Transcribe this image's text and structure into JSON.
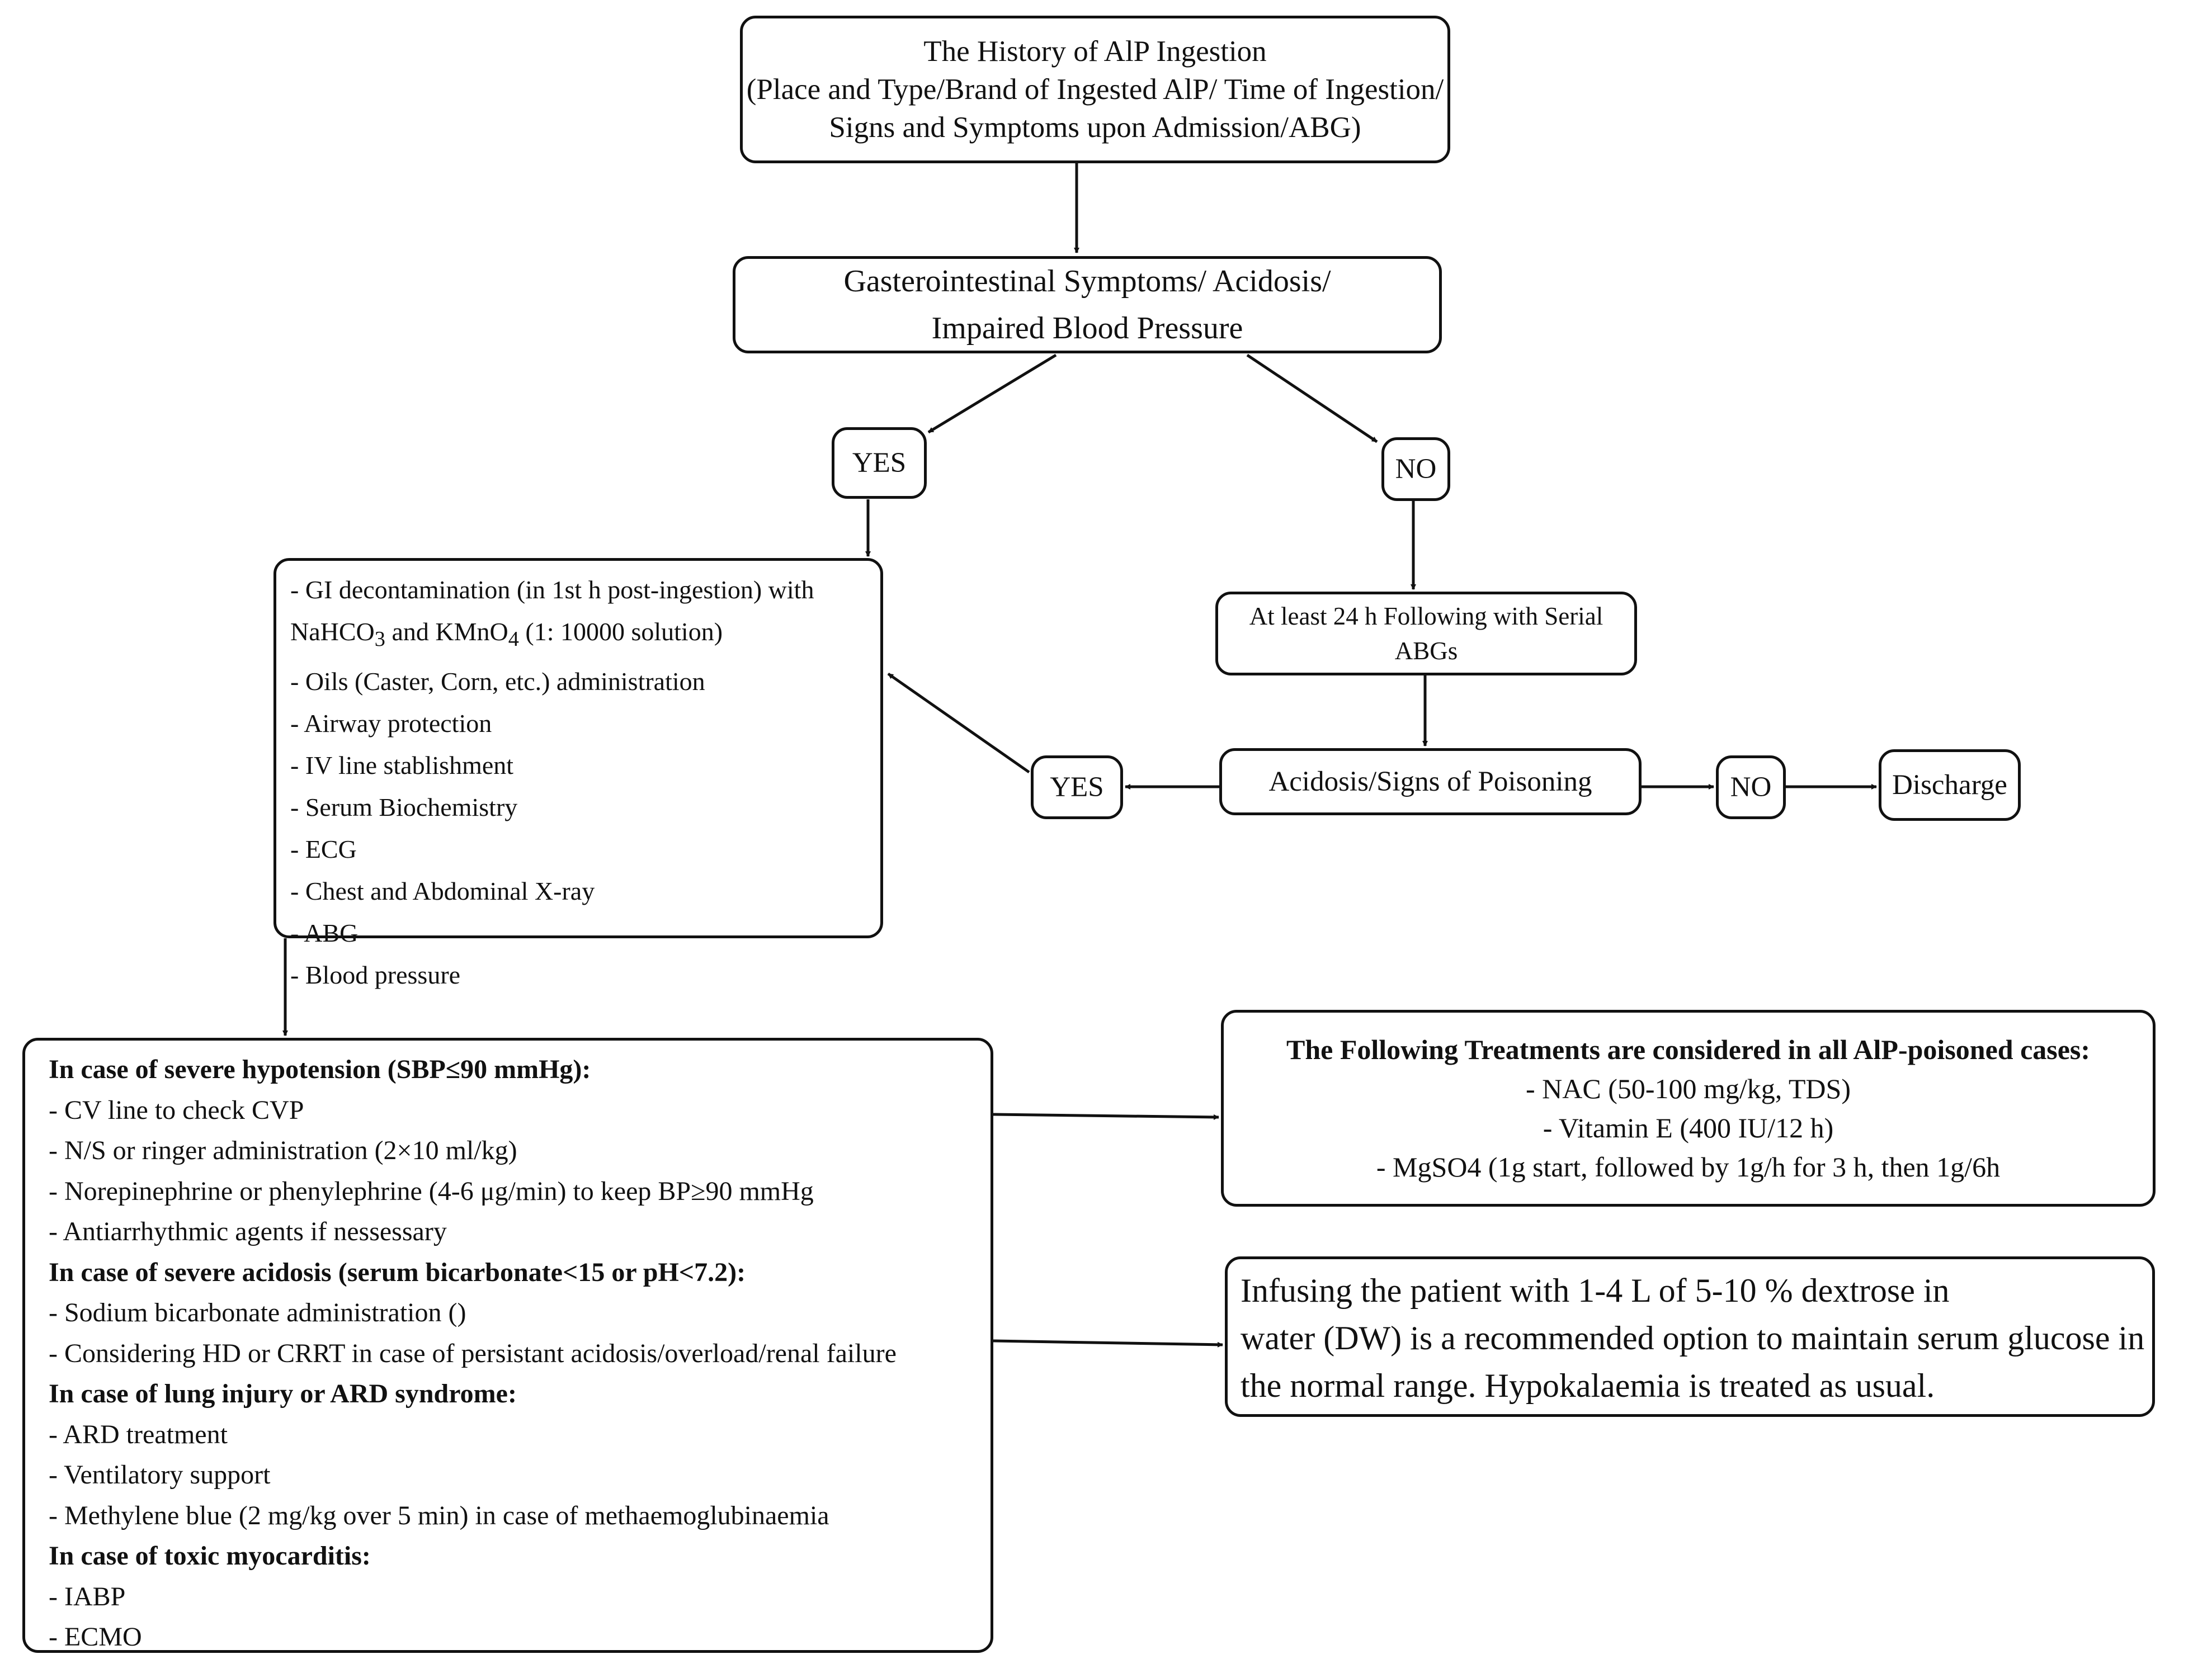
{
  "history": {
    "line1": "The History of AlP Ingestion",
    "line2": "(Place and Type/Brand of Ingested AlP/ Time of Ingestion/",
    "line3": "Signs and Symptoms upon Admission/ABG)"
  },
  "gi_symptoms": {
    "line1": "Gasterointestinal Symptoms/ Acidosis/",
    "line2": "Impaired Blood Pressure"
  },
  "yes_label": "YES",
  "no_label": "NO",
  "serial_abg": {
    "line1": "At least 24 h Following with Serial",
    "line2": "ABGs"
  },
  "acidosis_signs": "Acidosis/Signs of Poisoning",
  "discharge": "Discharge",
  "gi_list": {
    "decon_line1": "- GI decontamination (in 1st h post-ingestion) with",
    "decon_line2_a": "NaHCO",
    "decon_sub1": "3",
    "decon_line2_b": " and KMnO",
    "decon_sub2": "4",
    "decon_line2_c": " (1: 10000 solution)",
    "items": [
      "- Oils (Caster, Corn, etc.) administration",
      "- Airway protection",
      "- IV line stablishment",
      "- Serum Biochemistry",
      "- ECG",
      "- Chest and Abdominal X-ray",
      "- ABG",
      "- Blood pressure"
    ]
  },
  "severe_box": {
    "hypotension_heading": "In case of severe hypotension (SBP≤90 mmHg):",
    "hypotension_items": [
      "- CV line to check CVP",
      "- N/S or ringer administration (2×10 ml/kg)",
      "- Norepinephrine or phenylephrine (4-6 μg/min) to keep BP≥90 mmHg",
      "- Antiarrhythmic agents if nessessary"
    ],
    "acidosis_heading": "In case of severe acidosis (serum bicarbonate<15 or pH<7.2):",
    "acidosis_items": [
      "- Sodium bicarbonate administration ()",
      "- Considering HD or CRRT in case of persistant acidosis/overload/renal failure"
    ],
    "lung_heading": "In case of lung injury or ARD syndrome:",
    "lung_items": [
      "- ARD treatment",
      "- Ventilatory  support",
      "- Methylene blue (2 mg/kg over 5 min) in case of methaemoglubinaemia"
    ],
    "myocarditis_heading": "In case of toxic myocarditis:",
    "myocarditis_items": [
      "- IABP",
      "- ECMO"
    ]
  },
  "all_cases": {
    "heading": "The Following Treatments are considered in all AlP-poisoned cases:",
    "items": [
      "- NAC (50-100 mg/kg, TDS)",
      "- Vitamin E (400 IU/12 h)",
      "- MgSO4 (1g start, followed by 1g/h for 3 h, then 1g/6h"
    ]
  },
  "dextrose": {
    "line1": "Infusing the patient with 1-4 L of 5-10 % dextrose in",
    "line2": "water (DW) is a recommended option to maintain serum glucose in",
    "line3": "the normal range. Hypokalaemia is treated as usual."
  }
}
